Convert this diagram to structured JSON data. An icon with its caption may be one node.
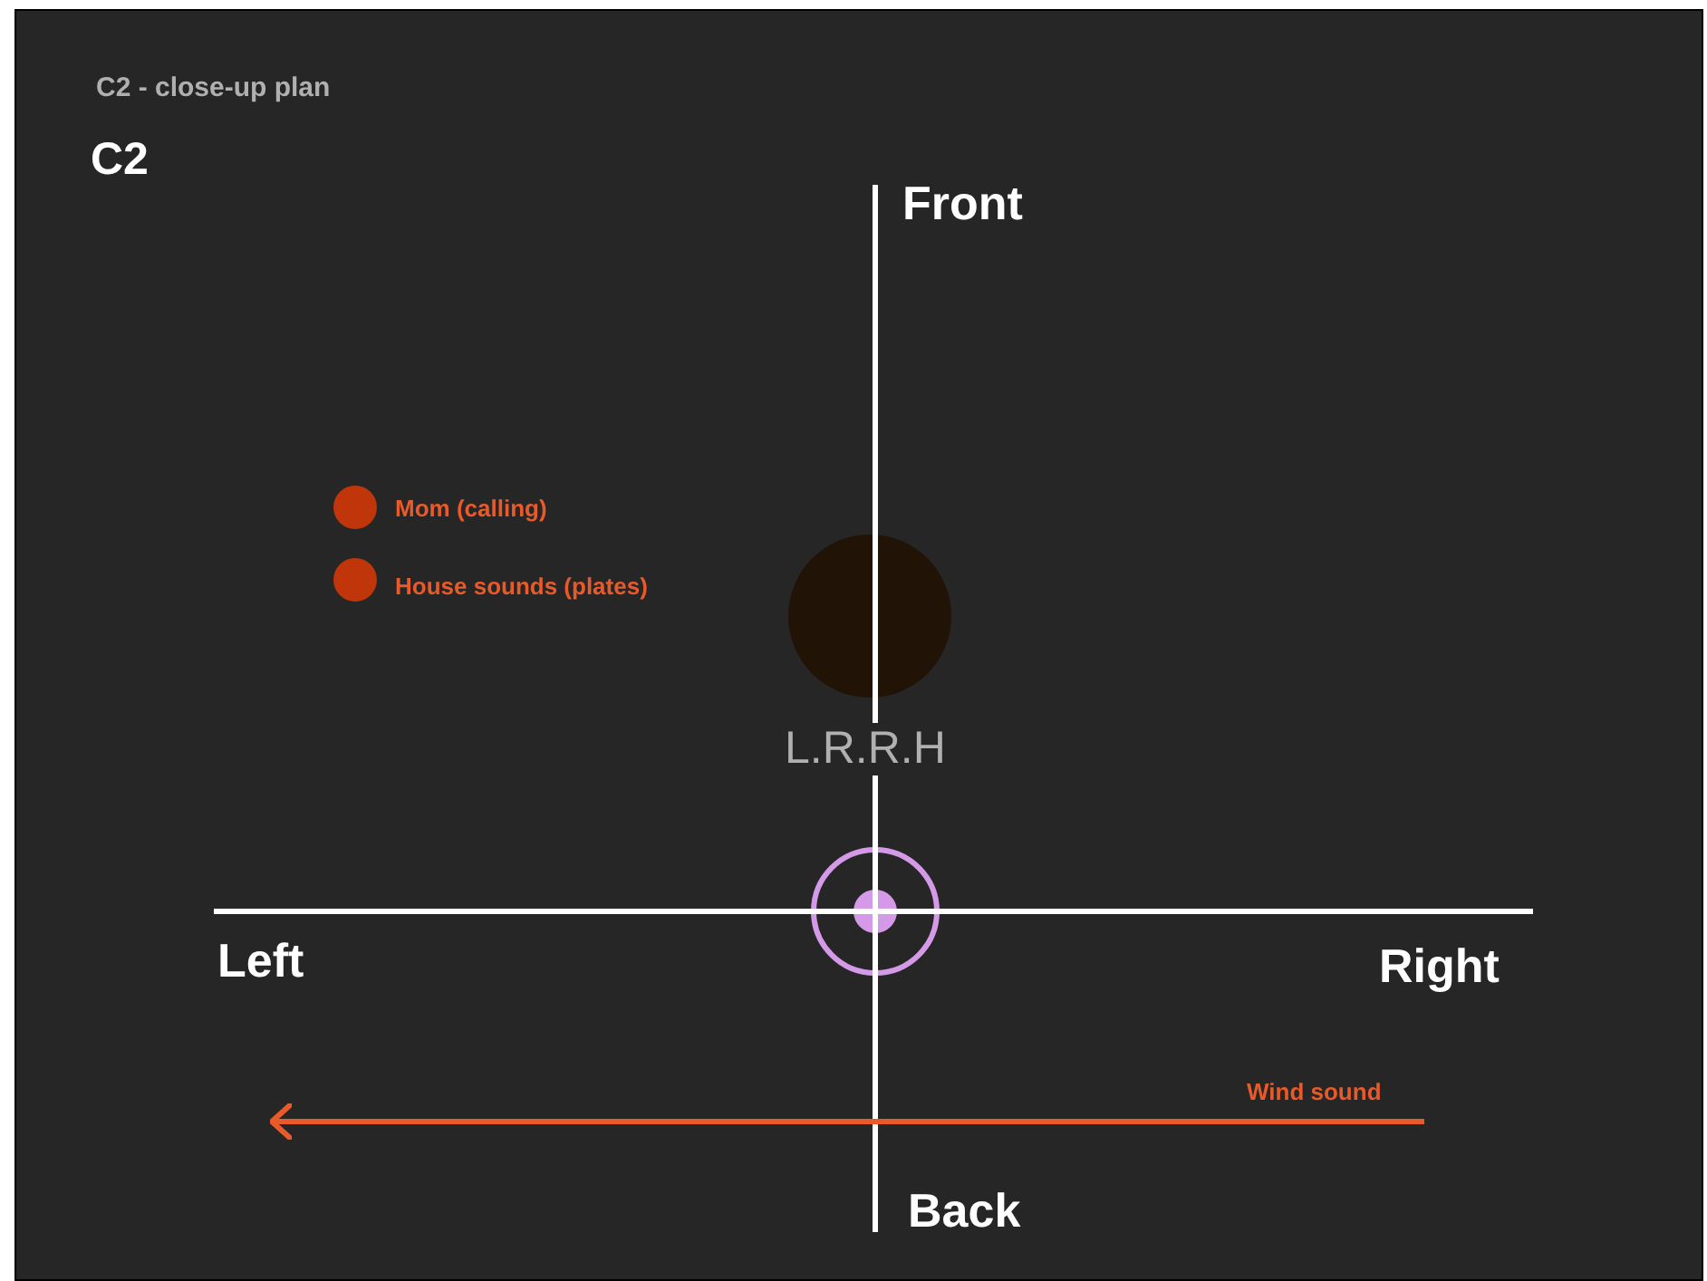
{
  "diagram": {
    "title": "C2 - close-up plan",
    "nodes": [
      {
        "text": [],
        "shape": "circle",
        "beside": [
          "Mom (calling)"
        ]
      },
      {
        "text": [],
        "shape": "circle",
        "beside": [
          "House sounds (plates)"
        ]
      },
      {
        "text": [],
        "shape": "circle",
        "beside": [
          "L.R.R.H"
        ]
      },
      {
        "text": [],
        "shape": "circle"
      }
    ],
    "edges": [],
    "labels": [
      "C2",
      "Front",
      "Left",
      "Right",
      "Wind sound",
      "Back"
    ]
  }
}
